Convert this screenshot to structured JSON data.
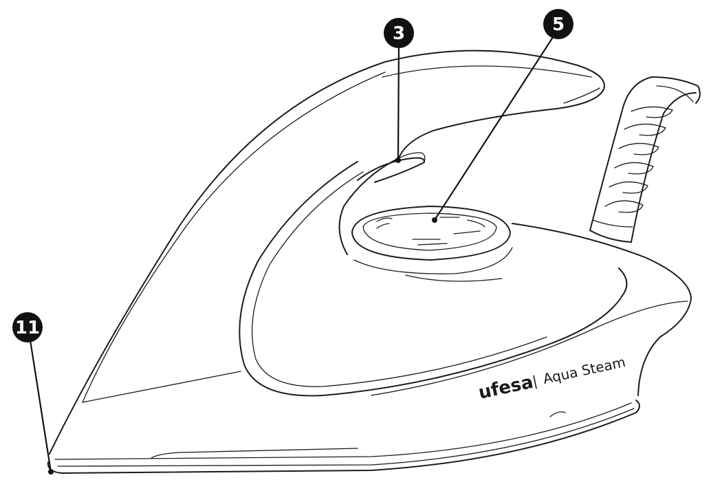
{
  "brand": {
    "name": "ufesa",
    "separator": "|",
    "model": "Aqua Steam"
  },
  "callouts": [
    {
      "id": "handle-trigger",
      "number": "3"
    },
    {
      "id": "steam-dial",
      "number": "5"
    },
    {
      "id": "soleplate-edge",
      "number": "11"
    }
  ]
}
